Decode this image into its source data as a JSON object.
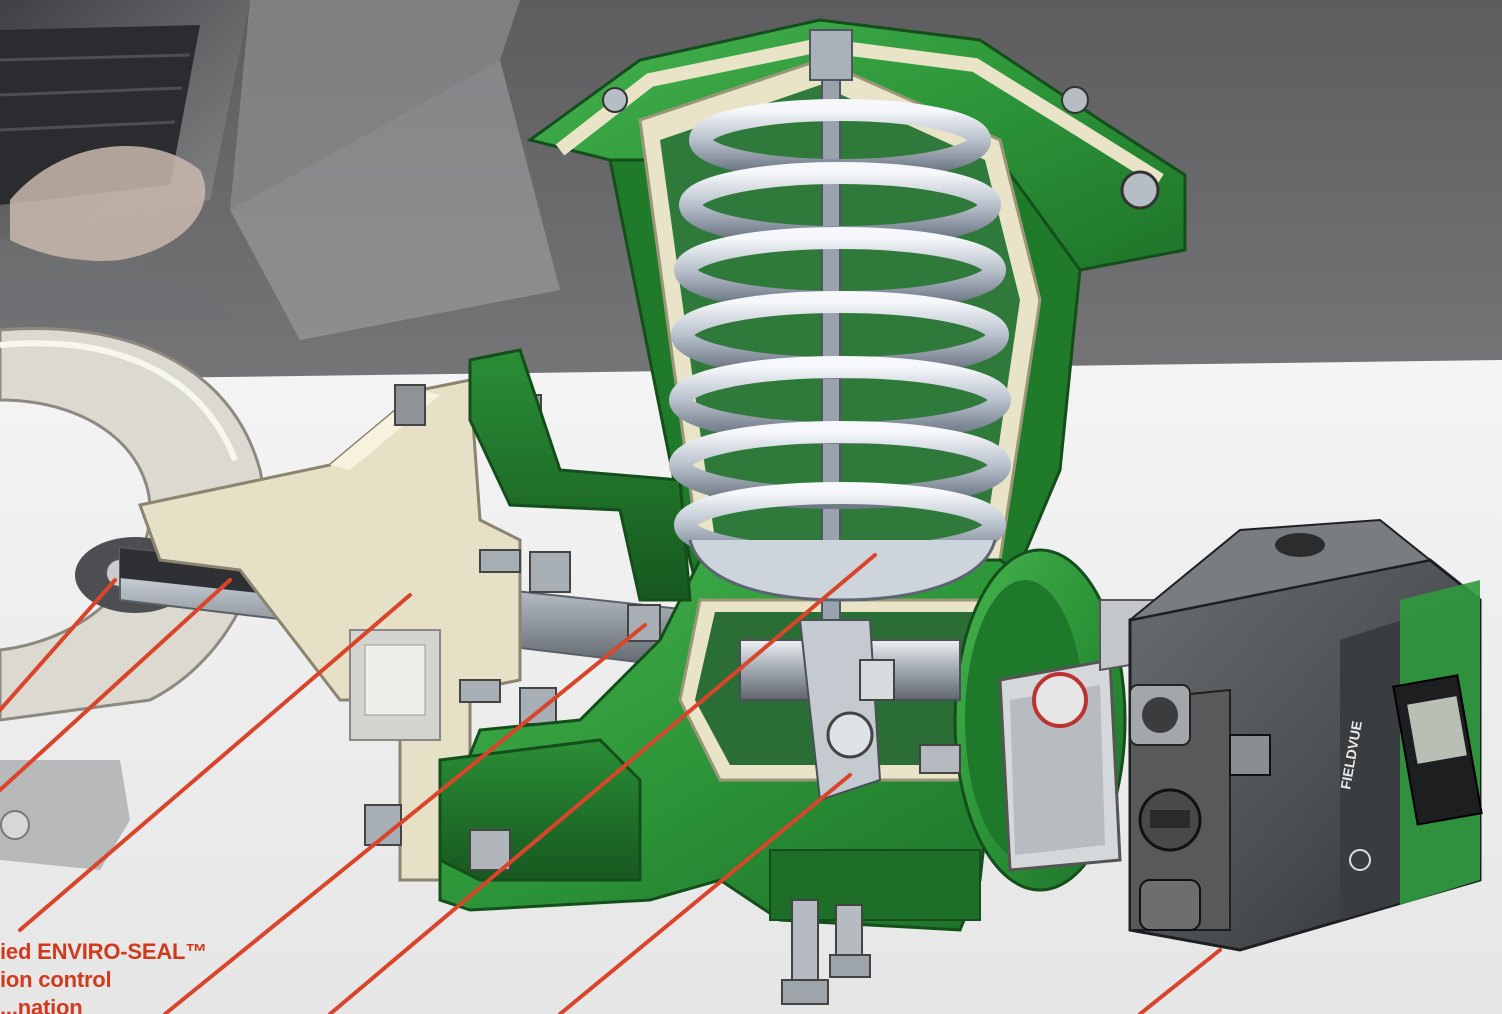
{
  "callout": {
    "line1": "ied ENVIRO-SEAL™",
    "line2": "ion control",
    "line3": "...nation"
  },
  "device": {
    "brand_label": "FIELDVUE"
  },
  "colors": {
    "actuator_green": "#2e9a3c",
    "leader_lines": "#d9452a",
    "background_top": "#646466",
    "background_floor": "#efefef",
    "cutaway_tan": "#e9e3c7"
  }
}
